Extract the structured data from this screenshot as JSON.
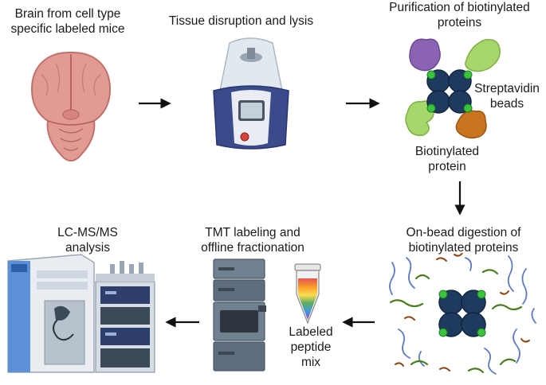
{
  "steps": {
    "brain": "Brain from cell type\nspecific labeled mice",
    "lysis": "Tissue disruption and lysis",
    "purification": "Purification of biotinylated\nproteins",
    "digestion": "On-bead digestion of\nbiotinylated proteins",
    "tmt": "TMT labeling and\noffline fractionation",
    "lcms": "LC-MS/MS\nanalysis"
  },
  "annotations": {
    "streptavidin": "Streptavidin\nbeads",
    "biotinylated_protein": "Biotinylated\nprotein",
    "peptide_mix": "Labeled\npeptide\nmix"
  },
  "icons": [
    "mouse-brain-icon",
    "homogenizer-icon",
    "bead-complex-icon",
    "digested-beads-icon",
    "hplc-instrument-icon",
    "peptide-tube-icon",
    "mass-spectrometer-icon"
  ],
  "colors": {
    "brain": "#e29a94",
    "instrument_blue": "#3a4a8a",
    "bead": "#1f3a5f",
    "biotin": "#39c43c",
    "protein_purple": "#8a63b3",
    "protein_green": "#a7d66a",
    "protein_orange": "#c9741f",
    "peptide_blue": "#5d7bc4",
    "peptide_green": "#4a7d1f",
    "peptide_brown": "#8b4513",
    "arrow": "#111111"
  }
}
